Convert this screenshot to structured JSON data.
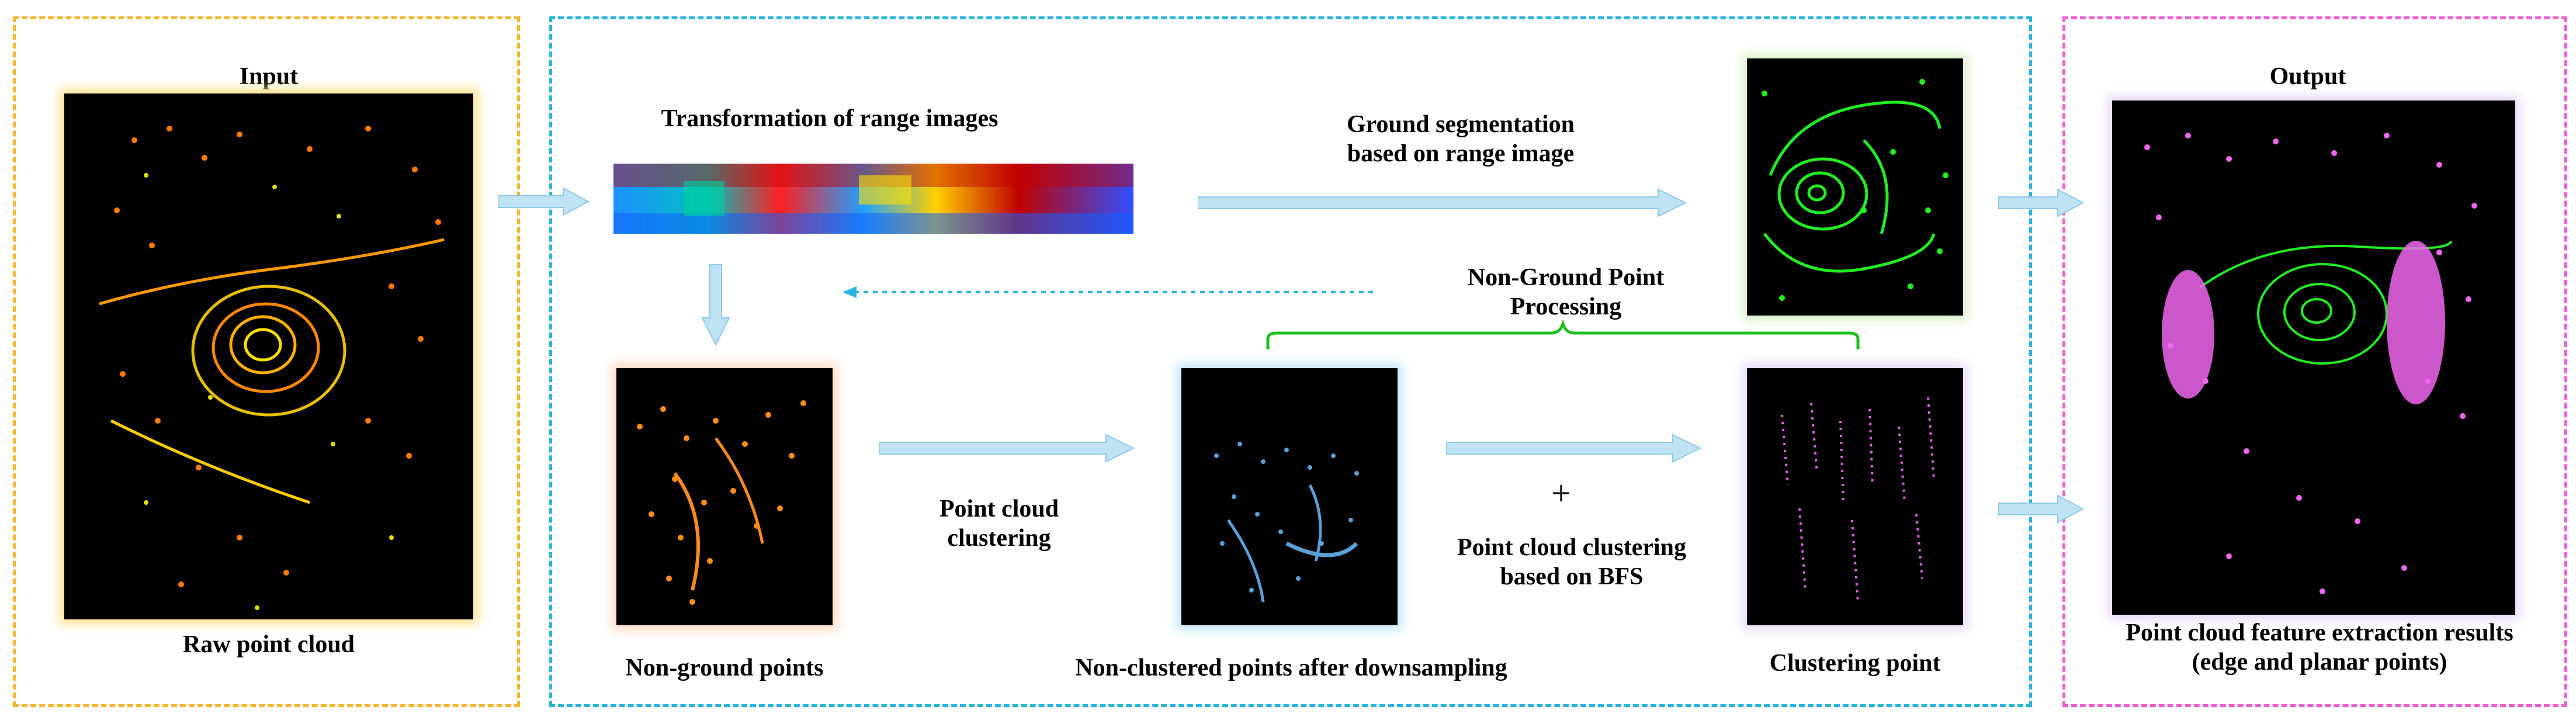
{
  "labels": {
    "input": "Input",
    "raw_point_cloud": "Raw point cloud",
    "transformation": "Transformation of range images",
    "ground_segmentation": "Ground segmentation\nbased on range image",
    "non_ground_processing": "Non-Ground Point\nProcessing",
    "non_ground_points": "Non-ground points",
    "point_cloud_clustering": "Point cloud\nclustering",
    "non_clustered": "Non-clustered points after downsampling",
    "plus": "+",
    "bfs_clustering": "Point cloud clustering\nbased on BFS",
    "clustering_point": "Clustering point",
    "output": "Output",
    "output_caption": "Point cloud feature extraction results\n(edge and planar points)"
  },
  "colors": {
    "input_panel": "#f5b731",
    "middle_panel": "#2ab4e0",
    "output_panel": "#ee5fd4",
    "arrow": "#bfe3f5",
    "arrow_stroke": "#8fc8e6",
    "dotted_arrow": "#2ab4e0",
    "brace": "#1fbf1f",
    "ground_points": "#22ee22",
    "non_ground_points": "#ff8c1a",
    "downsampled_points": "#5aa0d6",
    "cluster_points": "#e060e8",
    "output_points": "#ee66ee"
  }
}
